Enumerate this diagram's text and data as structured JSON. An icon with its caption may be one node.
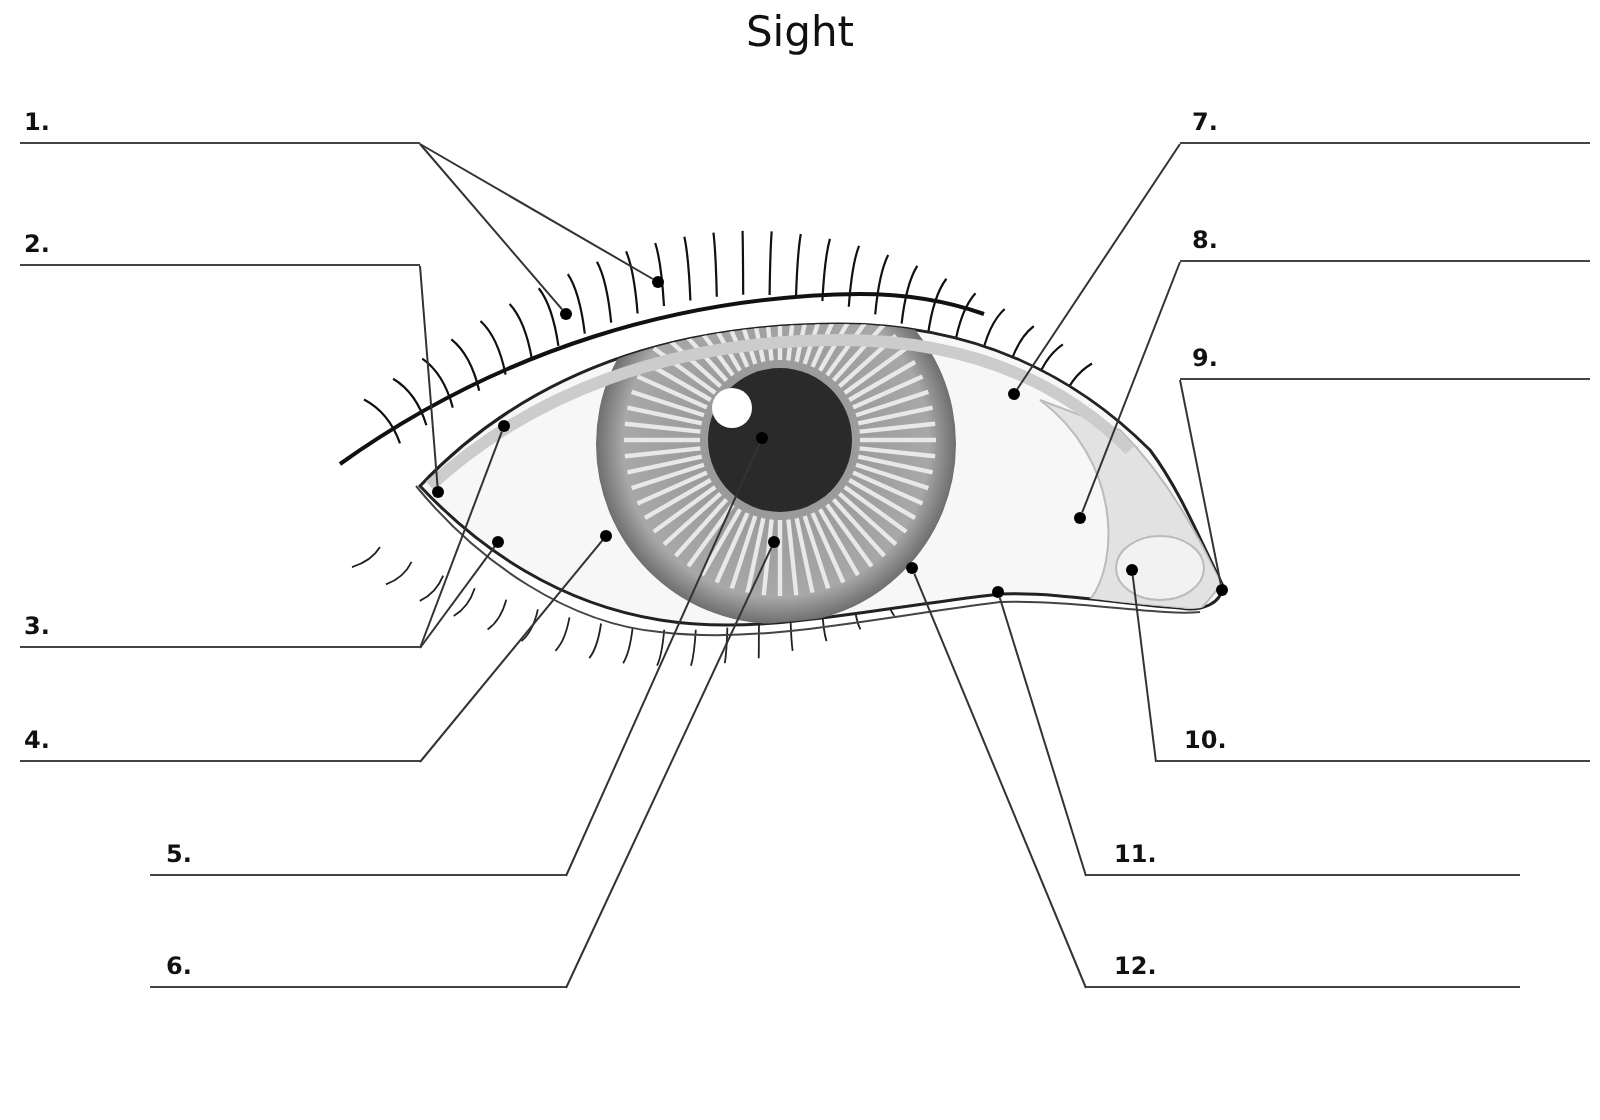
{
  "diagram": {
    "title": "Sight",
    "nodes": [
      {
        "text": [
          "1."
        ]
      },
      {
        "text": [
          "2."
        ]
      },
      {
        "text": [
          "3."
        ]
      },
      {
        "text": [
          "4."
        ]
      },
      {
        "text": [
          "5."
        ]
      },
      {
        "text": [
          "6."
        ]
      },
      {
        "text": [
          "7."
        ]
      },
      {
        "text": [
          "8."
        ]
      },
      {
        "text": [
          "9."
        ]
      },
      {
        "text": [
          "10."
        ]
      },
      {
        "text": [
          "11."
        ]
      },
      {
        "text": [
          "12."
        ]
      },
      {
        "text": [],
        "shape": "circle"
      },
      {
        "text": [],
        "shape": "circle"
      },
      {
        "text": [],
        "shape": "circle"
      },
      {
        "text": [],
        "shape": "circle"
      },
      {
        "text": [],
        "shape": "circle"
      },
      {
        "text": [],
        "shape": "circle"
      },
      {
        "text": [],
        "shape": "circle"
      },
      {
        "text": [],
        "shape": "circle"
      },
      {
        "text": [],
        "shape": "circle"
      },
      {
        "text": [],
        "shape": "circle"
      },
      {
        "text": [],
        "shape": "circle"
      },
      {
        "text": [],
        "shape": "circle"
      },
      {
        "text": [],
        "shape": "circle"
      },
      {
        "text": [],
        "shape": "circle"
      }
    ],
    "edges": [
      {
        "from": 0,
        "to": 12,
        "arrow": "none"
      },
      {
        "from": 0,
        "to": 13,
        "arrow": "none"
      },
      {
        "from": 1,
        "to": 14,
        "arrow": "none"
      },
      {
        "from": 2,
        "to": 15,
        "arrow": "none"
      },
      {
        "from": 2,
        "to": 16,
        "arrow": "none"
      },
      {
        "from": 3,
        "to": 17,
        "arrow": "none"
      },
      {
        "from": 4,
        "to": 18,
        "arrow": "none"
      },
      {
        "from": 5,
        "to": 19,
        "arrow": "none"
      },
      {
        "from": 6,
        "to": 20,
        "arrow": "none"
      },
      {
        "from": 7,
        "to": 21,
        "arrow": "none"
      },
      {
        "from": 8,
        "to": 22,
        "arrow": "none"
      },
      {
        "from": 9,
        "to": 23,
        "arrow": "none"
      },
      {
        "from": 10,
        "to": 24,
        "arrow": "none"
      },
      {
        "from": 11,
        "to": 25,
        "arrow": "none"
      }
    ]
  }
}
